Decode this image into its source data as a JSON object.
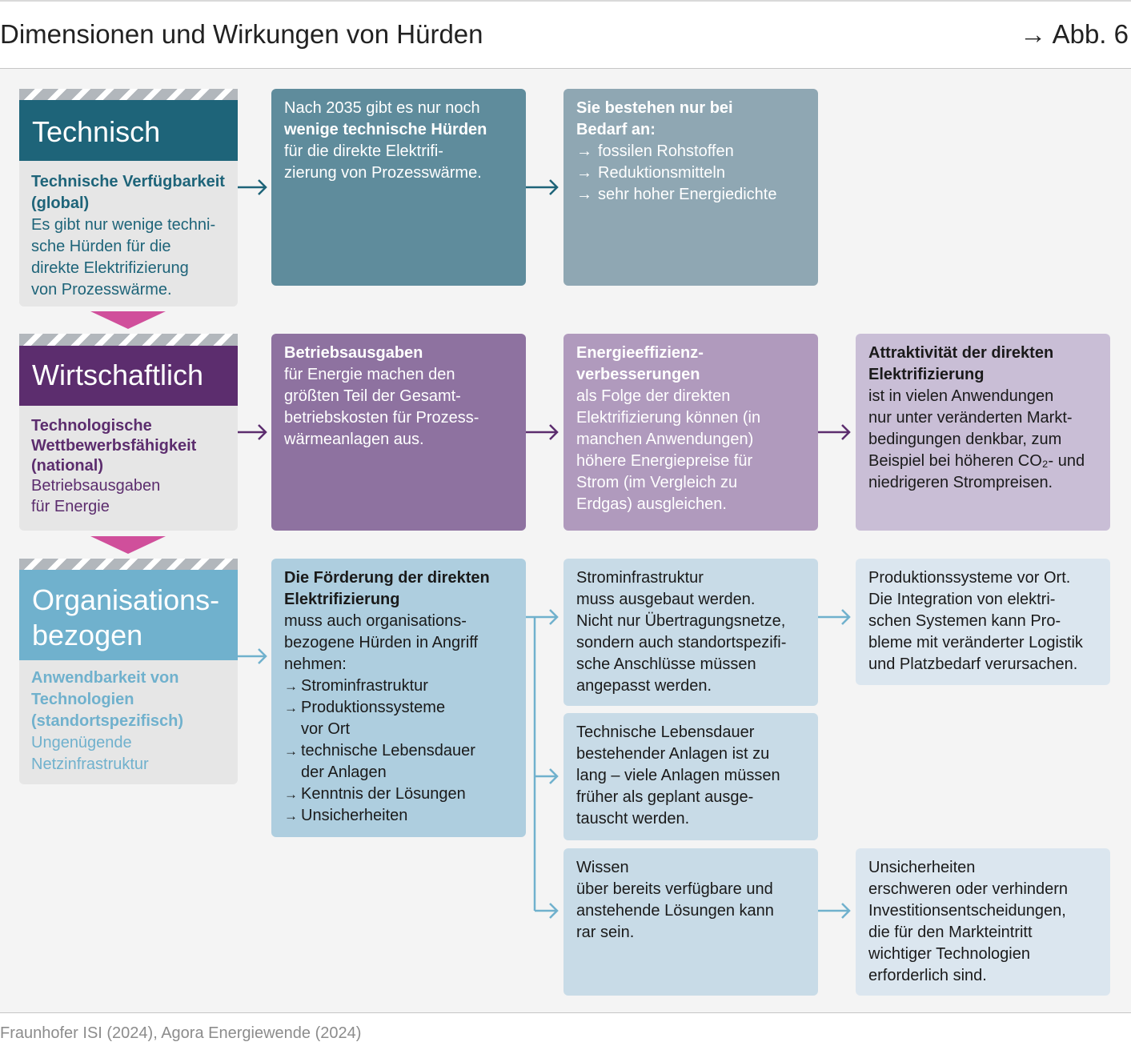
{
  "header": {
    "title": "Dimensionen und Wirkungen von Hürden",
    "figure_ref": "→ Abb. 6"
  },
  "footer": {
    "source": "Fraunhofer ISI (2024), Agora Energiewende (2024)"
  },
  "colors": {
    "technical": "#1e6479",
    "economic": "#5c2d6e",
    "organizational": "#70b1cd",
    "accent": "#d04f9b"
  },
  "rows": [
    {
      "dimension": {
        "label": "Technisch",
        "aspect": "Technische Verfügbarkeit\n(global)",
        "description": "Es gibt nur wenige techni-\nsche Hürden für die\ndirekte Elektrifizierung\nvon Prozesswärme."
      },
      "boxes": [
        {
          "intro": "Nach 2035 gibt es nur noch",
          "emphasis": "wenige technische Hürden",
          "text": "für die direkte Elektrifi-\nzierung von Prozesswärme."
        },
        {
          "heading": "Sie bestehen nur bei\nBedarf an:",
          "list_bullet": "→",
          "list_items": [
            "fossilen Rohstoffen",
            "Reduktionsmitteln",
            "sehr hoher Energiedichte"
          ]
        }
      ]
    },
    {
      "dimension": {
        "label": "Wirtschaftlich",
        "aspect": "Technologische\nWettbewerbsfähigkeit\n(national)",
        "description": "Betriebsausgaben\nfür Energie"
      },
      "boxes": [
        {
          "heading": "Betriebsausgaben",
          "text": "für Energie machen den\ngrößten Teil der Gesamt-\nbetriebskosten für Prozess-\nwärmeanlagen aus."
        },
        {
          "heading": "Energieeffizienz-\nverbesserungen",
          "text": "als Folge der direkten\nElektrifizierung können (in\nmanchen Anwendungen)\nhöhere Energiepreise für\nStrom (im Vergleich zu\nErdgas) ausgleichen."
        },
        {
          "heading": "Attraktivität der direkten\nElektrifizierung",
          "text": "ist in vielen Anwendungen\nnur unter veränderten Markt-\nbedingungen denkbar, zum\nBeispiel bei höheren CO₂- und\nniedrigeren Strompreisen."
        }
      ]
    },
    {
      "dimension": {
        "label": "Organisations-\nbezogen",
        "aspect": "Anwendbarkeit von\nTechnologien\n(standortspezifisch)",
        "description": "Ungenügende\nNetzinfrastruktur"
      },
      "boxes": [
        {
          "heading": "Die Förderung der direkten\nElektrifizierung",
          "text": "muss auch organisations-\nbezogene Hürden in Angriff\nnehmen:",
          "list_bullet": "→",
          "list_items": [
            "Strominfrastruktur",
            "Produktionssysteme\nvor Ort",
            "technische Lebensdauer\nder Anlagen",
            "Kenntnis der Lösungen",
            "Unsicherheiten"
          ]
        },
        {
          "heading": "Strominfrastruktur",
          "text": "muss ausgebaut werden.\nNicht nur Übertragungsnetze,\nsondern auch standortspezifi-\nsche Anschlüsse müssen\nangepasst werden."
        },
        {
          "heading": "Technische Lebensdauer",
          "text": "bestehender Anlagen ist zu\nlang – viele Anlagen müssen\nfrüher als geplant ausge-\ntauscht werden."
        },
        {
          "heading": "Wissen",
          "text": "über bereits verfügbare und\nanstehende Lösungen kann\nrar sein."
        },
        {
          "heading": "Produktionssysteme vor Ort.",
          "text": "Die Integration von elektri-\nschen Systemen kann Pro-\nbleme mit veränderter Logistik\nund Platzbedarf verursachen."
        },
        {
          "heading": "Unsicherheiten",
          "text": "erschweren oder verhindern\nInvestitionsentscheidungen,\ndie für den Markteintritt\nwichtiger Technologien\nerforderlich sind."
        }
      ]
    }
  ]
}
